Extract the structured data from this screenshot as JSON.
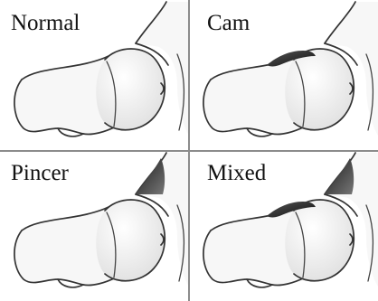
{
  "panels": [
    {
      "label": "Normal",
      "cam": false,
      "pincer": false
    },
    {
      "label": "Cam",
      "cam": true,
      "pincer": false
    },
    {
      "label": "Pincer",
      "cam": false,
      "pincer": true
    },
    {
      "label": "Mixed",
      "cam": true,
      "pincer": true
    }
  ],
  "colors": {
    "bone_fill": "#f7f7f7",
    "outline": "#333333",
    "lesion_shading": "#3a3a3a",
    "divider": "#8c8c8c"
  }
}
